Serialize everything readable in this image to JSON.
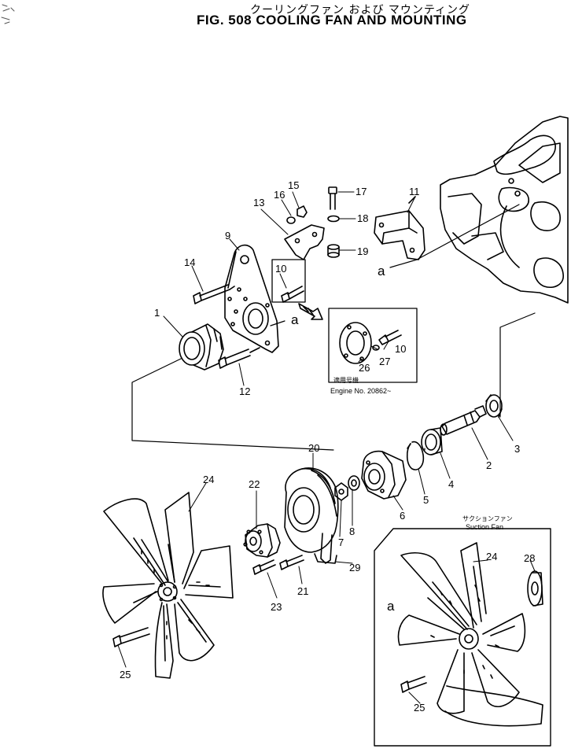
{
  "header": {
    "title_jp": "クーリングファン および マウンティング",
    "title_en": "FIG. 508  COOLING FAN AND MOUNTING"
  },
  "inset_serial": {
    "jp_label": "適用号機",
    "engine_no": "Engine No. 20862~"
  },
  "inset_suction": {
    "jp_label": "サクションファン",
    "en_label": "Suction Fan"
  },
  "view_marker": "a",
  "callouts": [
    "1",
    "2",
    "3",
    "4",
    "5",
    "6",
    "7",
    "8",
    "9",
    "10",
    "11",
    "12",
    "13",
    "14",
    "15",
    "16",
    "17",
    "18",
    "19",
    "20",
    "21",
    "22",
    "23",
    "24",
    "25",
    "26",
    "27",
    "28",
    "29"
  ],
  "colors": {
    "ink": "#000000",
    "paper": "#ffffff"
  }
}
